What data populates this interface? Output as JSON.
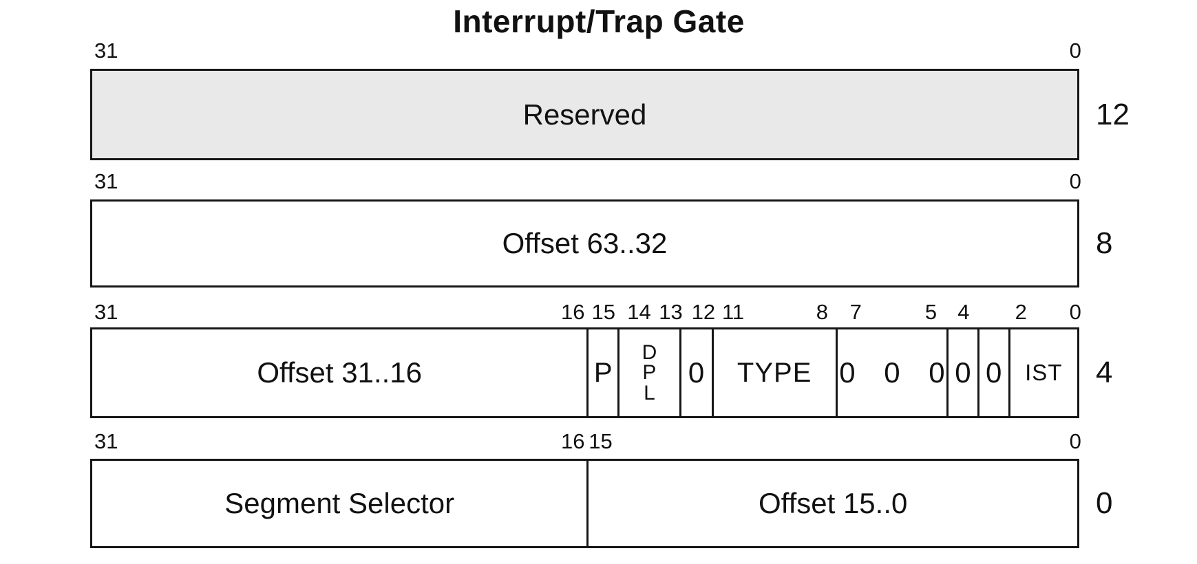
{
  "title": "Interrupt/Trap Gate",
  "colors": {
    "background": "#ffffff",
    "border": "#161616",
    "reserved_fill": "#e9e9e9",
    "text": "#111111"
  },
  "rows": [
    {
      "byte_offset": "12",
      "bit_labels": [
        {
          "text": "31"
        },
        {
          "text": "0"
        }
      ],
      "cells": [
        {
          "label": "Reserved"
        }
      ]
    },
    {
      "byte_offset": "8",
      "bit_labels": [
        {
          "text": "31"
        },
        {
          "text": "0"
        }
      ],
      "cells": [
        {
          "label": "Offset 63..32"
        }
      ]
    },
    {
      "byte_offset": "4",
      "bit_labels": [
        {
          "text": "31"
        },
        {
          "text": "16"
        },
        {
          "text": "15"
        },
        {
          "text": "14"
        },
        {
          "text": "13"
        },
        {
          "text": "12"
        },
        {
          "text": "11"
        },
        {
          "text": "8"
        },
        {
          "text": "7"
        },
        {
          "text": "5"
        },
        {
          "text": "4"
        },
        {
          "text": "2"
        },
        {
          "text": "0"
        }
      ],
      "cells": [
        {
          "label": "Offset 31..16"
        },
        {
          "label": "P"
        },
        {
          "label": "DPL"
        },
        {
          "label": "0"
        },
        {
          "label": "TYPE"
        },
        {
          "label": "0 0 0"
        },
        {
          "label": "0"
        },
        {
          "label": "0"
        },
        {
          "label": "IST"
        }
      ]
    },
    {
      "byte_offset": "0",
      "bit_labels": [
        {
          "text": "31"
        },
        {
          "text": "16"
        },
        {
          "text": "15"
        },
        {
          "text": "0"
        }
      ],
      "cells": [
        {
          "label": "Segment Selector"
        },
        {
          "label": "Offset 15..0"
        }
      ]
    }
  ]
}
